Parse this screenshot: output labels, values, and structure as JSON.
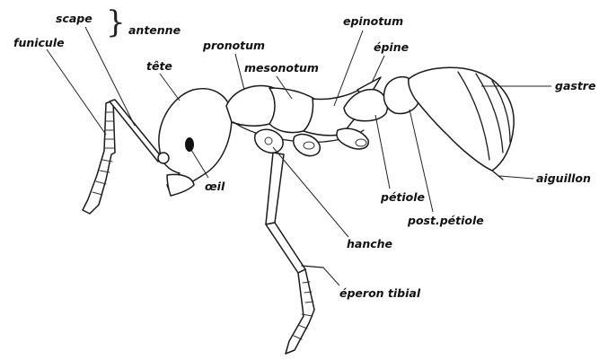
{
  "labels": {
    "funicule": "funicule",
    "scape": "scape",
    "antenne": "antenne",
    "tete": "tête",
    "pronotum": "pronotum",
    "mesonotum": "mesonotum",
    "epinotum": "epinotum",
    "epine": "épine",
    "gastre": "gastre",
    "oeil": "œil",
    "petiole": "pétiole",
    "post_petiole": "post.pétiole",
    "aiguillon": "aiguillon",
    "hanche": "hanche",
    "eperon_tibial": "éperon tibial"
  },
  "brace_glyph": "}"
}
